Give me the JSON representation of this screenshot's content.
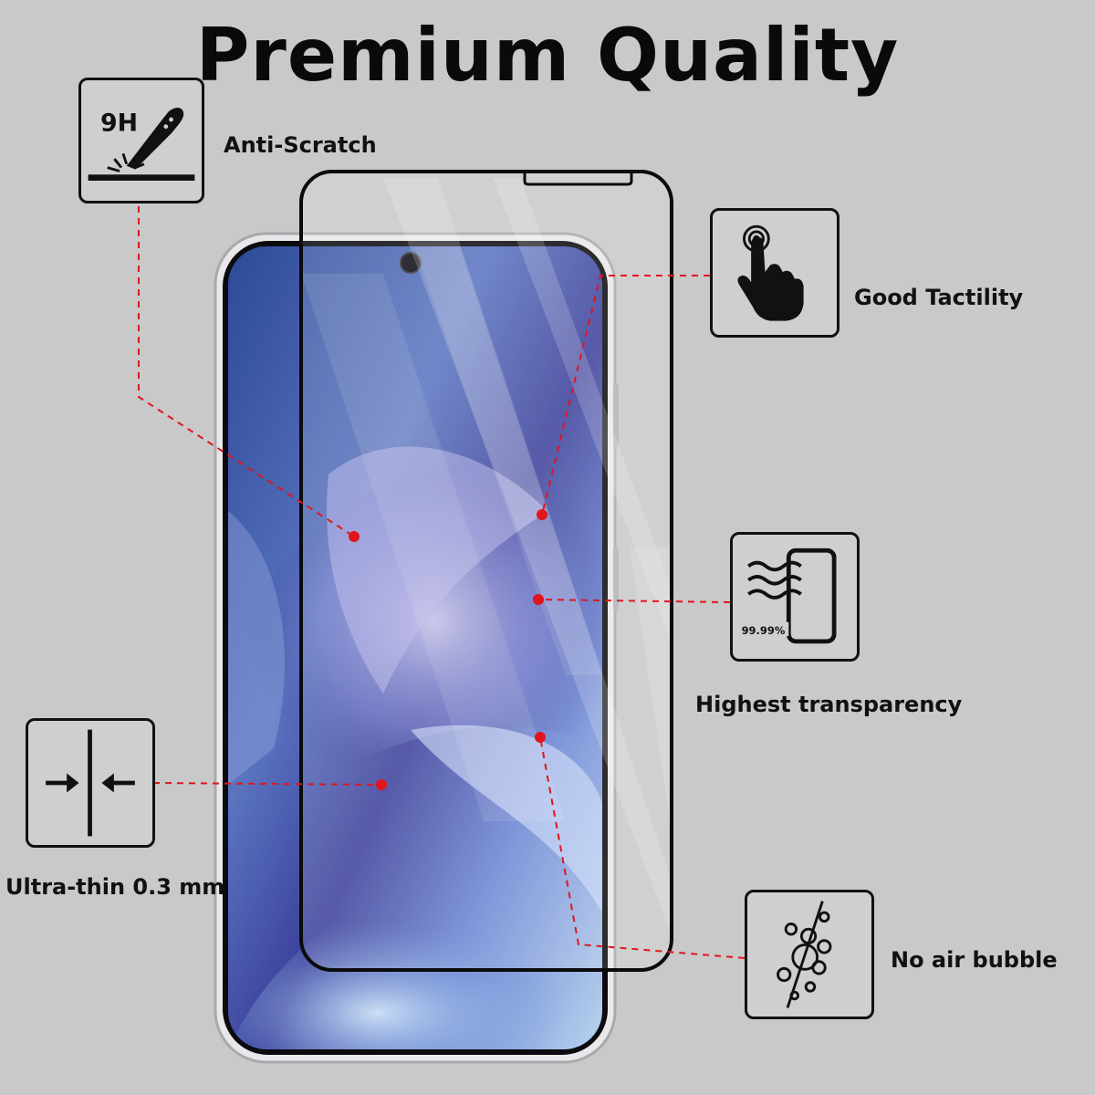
{
  "title": "Premium Quality",
  "features": {
    "anti_scratch": {
      "label": "Anti-Scratch",
      "badge": "9H",
      "icon": "knife-scratch-icon"
    },
    "tactility": {
      "label": "Good Tactility",
      "icon": "touch-finger-icon"
    },
    "transparency": {
      "label": "Highest transparency",
      "badge": "99.99%",
      "icon": "transparency-icon"
    },
    "ultra_thin": {
      "label": "Ultra-thin 0.3 mm",
      "icon": "thin-arrows-icon"
    },
    "no_bubble": {
      "label": "No air bubble",
      "icon": "bubbles-icon"
    }
  },
  "colors": {
    "background": "#c9c9c9",
    "accent": "#e0161c",
    "ink": "#111111",
    "screen_blue": "#3e5aa8"
  }
}
